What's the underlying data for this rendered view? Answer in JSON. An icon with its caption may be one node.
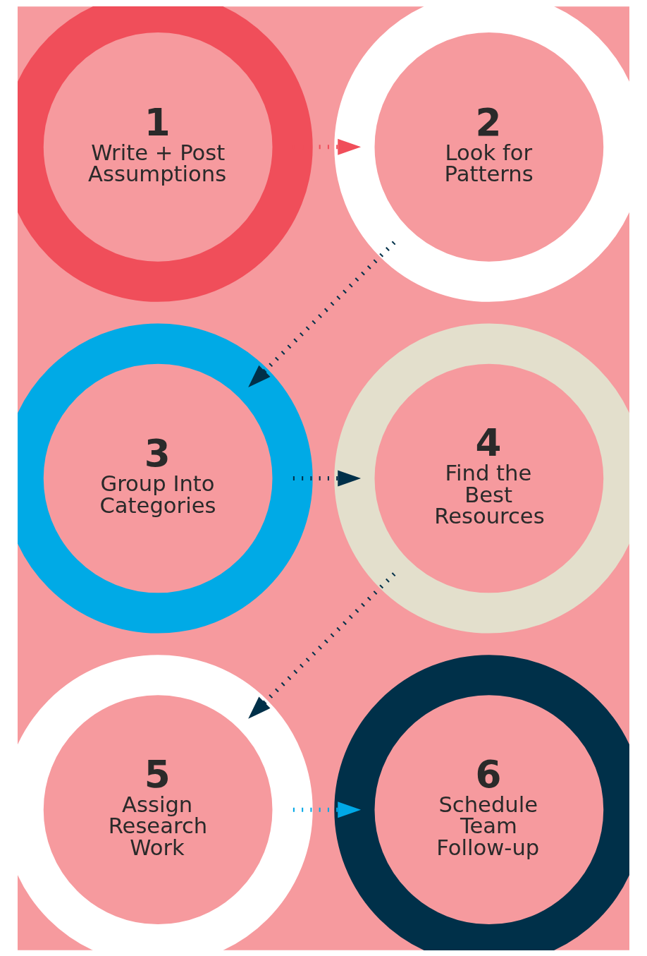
{
  "diagram": {
    "nodes": [
      {
        "text": [
          "1",
          "Write + Post Assumptions"
        ]
      },
      {
        "text": [
          "2",
          "Look for Patterns"
        ]
      },
      {
        "text": [
          "3",
          "Group Into Categories"
        ]
      },
      {
        "text": [
          "4",
          "Find the Best Resources"
        ]
      },
      {
        "text": [
          "5",
          "Assign Research Work"
        ]
      },
      {
        "text": [
          "6",
          "Schedule Team Follow-up"
        ]
      }
    ],
    "edges": [
      {
        "from": 0,
        "to": 1,
        "arrow": "to",
        "style": "dashed",
        "color": "#f04e5a"
      },
      {
        "from": 1,
        "to": 2,
        "arrow": "to",
        "style": "dashed"
      },
      {
        "from": 2,
        "to": 3,
        "arrow": "to",
        "style": "dashed"
      },
      {
        "from": 3,
        "to": 4,
        "arrow": "to",
        "style": "dashed"
      },
      {
        "from": 4,
        "to": 5,
        "arrow": "to",
        "style": "dashed",
        "color": "#00a8e6"
      }
    ]
  }
}
